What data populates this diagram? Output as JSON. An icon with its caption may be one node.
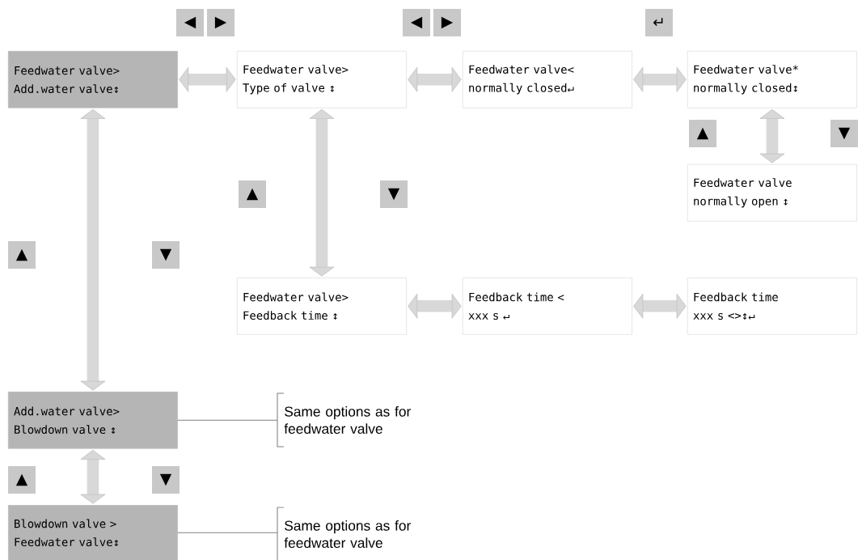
{
  "diagram": {
    "nodes": [
      {
        "text": [
          "Feedwater valve>",
          "Add.water valve↕"
        ]
      },
      {
        "text": [
          "Feedwater valve>",
          "Type of valve ↕"
        ]
      },
      {
        "text": [
          "Feedwater valve<",
          "normally closed↵"
        ]
      },
      {
        "text": [
          "Feedwater valve*",
          "normally closed↕"
        ]
      },
      {
        "text": [
          "Feedwater valve",
          "normally open ↕"
        ]
      },
      {
        "text": [
          "Feedwater valve>",
          "Feedback time ↕"
        ]
      },
      {
        "text": [
          "Feedback time <",
          "xxx s ↵"
        ]
      },
      {
        "text": [
          "Feedback time",
          "xxx s <>↕↵"
        ]
      },
      {
        "text": [
          "Add.water valve>",
          "Blowdown valve ↕"
        ]
      },
      {
        "text": [
          "Blowdown valve >",
          "Feedwater valve↕"
        ]
      },
      {
        "text": [
          "Same options as for feedwater valve"
        ]
      },
      {
        "text": [
          "Same options as for feedwater valve"
        ]
      }
    ],
    "edges": [
      {
        "from": 0,
        "to": 1,
        "arrow": "both"
      },
      {
        "from": 1,
        "to": 2,
        "arrow": "both"
      },
      {
        "from": 2,
        "to": 3,
        "arrow": "both"
      },
      {
        "from": 3,
        "to": 4,
        "arrow": "both"
      },
      {
        "from": 1,
        "to": 5,
        "arrow": "both"
      },
      {
        "from": 5,
        "to": 6,
        "arrow": "both"
      },
      {
        "from": 6,
        "to": 7,
        "arrow": "both"
      },
      {
        "from": 0,
        "to": 8,
        "arrow": "both"
      },
      {
        "from": 8,
        "to": 9,
        "arrow": "both"
      },
      {
        "from": 8,
        "to": 10,
        "arrow": "none"
      },
      {
        "from": 9,
        "to": 11,
        "arrow": "none"
      }
    ],
    "labels": [
      "◀",
      "▶",
      "◀",
      "▶",
      "↵",
      "▲",
      "▼",
      "▲",
      "▼",
      "▲",
      "▼",
      "▲",
      "▼"
    ]
  }
}
